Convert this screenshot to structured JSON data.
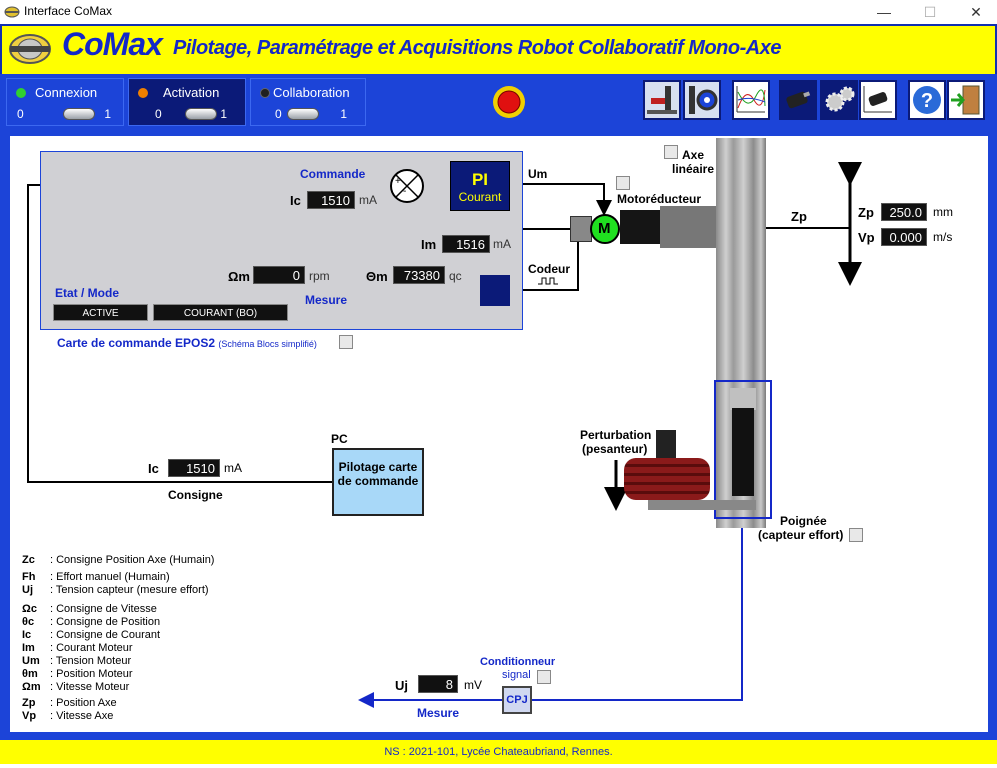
{
  "window": {
    "title": "Interface CoMax",
    "min": "—",
    "max": "☐",
    "close": "✕"
  },
  "header": {
    "brand": "CoMax",
    "subtitle": "Pilotage, Paramétrage et Acquisitions Robot Collaboratif Mono-Axe"
  },
  "modes": [
    {
      "label": "Connexion",
      "zero": "0",
      "one": "1",
      "led": "#30d030"
    },
    {
      "label": "Activation",
      "zero": "0",
      "one": "1",
      "led": "#f08000"
    },
    {
      "label": "Collaboration",
      "zero": "0",
      "one": "1",
      "led": "#202020"
    }
  ],
  "emergency": {
    "label": "Arrêt d'urgence"
  },
  "epos": {
    "commande": "Commande",
    "ic_label": "Ic",
    "ic_value": "1510",
    "ic_unit": "mA",
    "pi_label": "PI",
    "pi_sub": "Courant",
    "im_label": "Im",
    "im_value": "1516",
    "im_unit": "mA",
    "om_label": "Ωm",
    "om_value": "0",
    "om_unit": "rpm",
    "thm_label": "Θm",
    "thm_value": "73380",
    "thm_unit": "qc",
    "mesure": "Mesure",
    "etat_label": "Etat / Mode",
    "etat_value": "ACTIVE",
    "mode_value": "COURANT (BO)",
    "caption": "Carte de commande EPOS2",
    "caption_small": "(Schéma Blocs simplifié)",
    "plus": "+",
    "minus": "-"
  },
  "diagram": {
    "um": "Um",
    "motor_letter": "M",
    "motoreducteur": "Motoréducteur",
    "codeur": "Codeur",
    "axe": "Axe",
    "lineaire": "linéaire",
    "zp_arrow": "Zp",
    "zp_label": "Zp",
    "zp_value": "250.0",
    "zp_unit": "mm",
    "vp_label": "Vp",
    "vp_value": "0.000",
    "vp_unit": "m/s",
    "perturbation": "Perturbation",
    "pesanteur": "(pesanteur)",
    "poignee": "Poignée",
    "capteur": "(capteur effort)",
    "pc": "PC",
    "pilotage": "Pilotage carte de commande",
    "consigne_ic_label": "Ic",
    "consigne_ic_value": "1510",
    "consigne_ic_unit": "mA",
    "consigne": "Consigne",
    "conditionneur": "Conditionneur",
    "signal": "signal",
    "cpj": "CPJ",
    "uj_label": "Uj",
    "uj_value": "8",
    "uj_unit": "mV",
    "mesure_bottom": "Mesure"
  },
  "legend": [
    {
      "k": "Zc",
      "v": ": Consigne Position Axe (Humain)"
    },
    {
      "k": "Fh",
      "v": ": Effort manuel (Humain)"
    },
    {
      "k": "Uj",
      "v": ": Tension capteur (mesure effort)"
    },
    {
      "k": "Ωc",
      "v": ": Consigne de Vitesse"
    },
    {
      "k": "θc",
      "v": ": Consigne de Position"
    },
    {
      "k": "Ic",
      "v": ": Consigne de Courant"
    },
    {
      "k": "Im",
      "v": ": Courant Moteur"
    },
    {
      "k": "Um",
      "v": ": Tension Moteur"
    },
    {
      "k": "θm",
      "v": ": Position Moteur"
    },
    {
      "k": "Ωm",
      "v": ": Vitesse Moteur"
    },
    {
      "k": "Zp",
      "v": ": Position Axe"
    },
    {
      "k": "Vp",
      "v": ": Vitesse Axe"
    }
  ],
  "footer": "NS : 2021-101, Lycée Chateaubriand, Rennes."
}
